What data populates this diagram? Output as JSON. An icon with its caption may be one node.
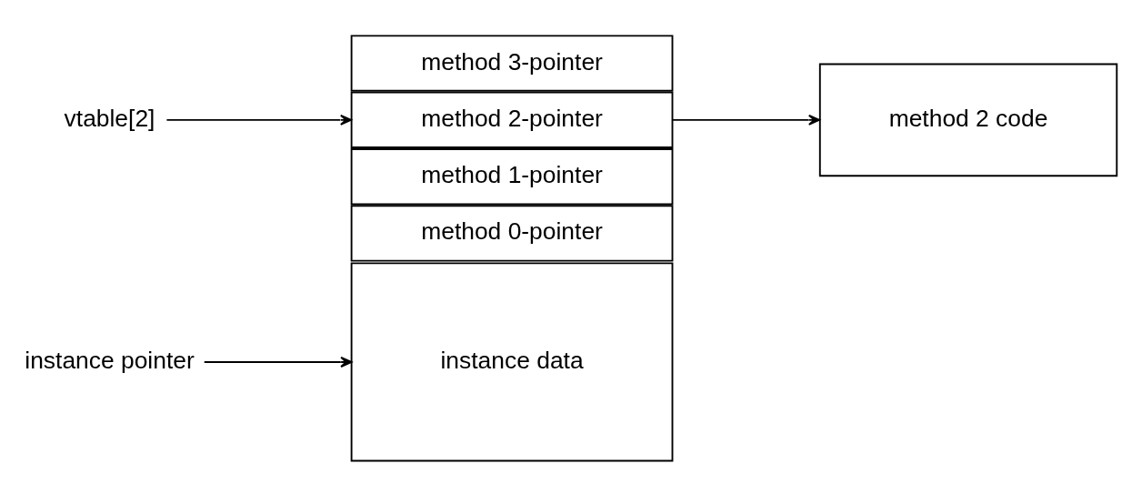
{
  "diagram": {
    "nodes": [
      {
        "text": [
          "instance pointer"
        ]
      },
      {
        "text": [
          "instance data"
        ]
      },
      {
        "text": [
          "method 0-pointer"
        ]
      },
      {
        "text": [
          "method 1-pointer"
        ]
      },
      {
        "text": [
          "method 2-pointer"
        ]
      },
      {
        "text": [
          "method 3-pointer"
        ]
      },
      {
        "text": [
          "vtable[2]"
        ]
      },
      {
        "text": [
          "method 2 code"
        ]
      }
    ],
    "edges": [
      {
        "from": 0,
        "to": 1,
        "arrow": "to"
      },
      {
        "from": 6,
        "to": 4,
        "arrow": "to"
      },
      {
        "from": 4,
        "to": 7,
        "arrow": "to"
      }
    ]
  }
}
